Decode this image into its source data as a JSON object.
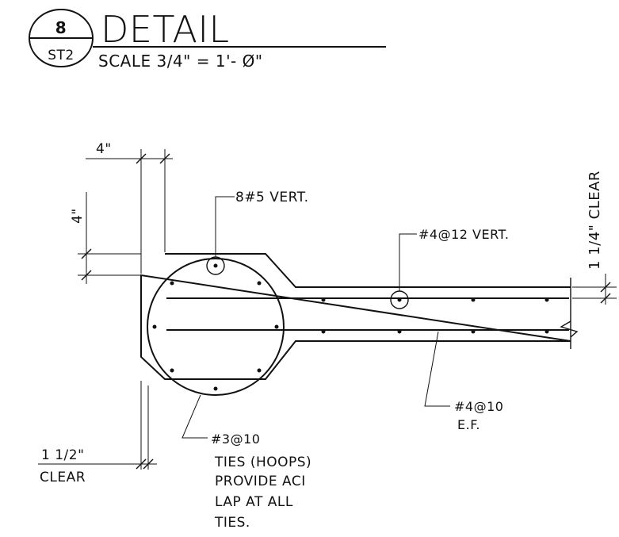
{
  "title_block": {
    "detail_number": "8",
    "sheet_ref": "ST2",
    "title": "DETAIL",
    "scale": "SCALE 3/4\" = 1'- Ø\""
  },
  "dimensions": {
    "top_width": "4\"",
    "left_height": "4\"",
    "right_clear": "1 1/4\" CLEAR",
    "bottom_clear_value": "1 1/2\"",
    "bottom_clear_word": "CLEAR"
  },
  "callouts": {
    "vertical_bars": "8#5 VERT.",
    "wall_vertical": "#4@12 VERT.",
    "wall_horizontal_line1": "#4@10",
    "wall_horizontal_line2": "E.F.",
    "ties_lines": [
      "#3@10",
      "TIES (HOOPS)",
      "PROVIDE ACI",
      "LAP AT ALL",
      "TIES."
    ]
  },
  "colors": {
    "ink": "#111111",
    "background": "#ffffff"
  }
}
